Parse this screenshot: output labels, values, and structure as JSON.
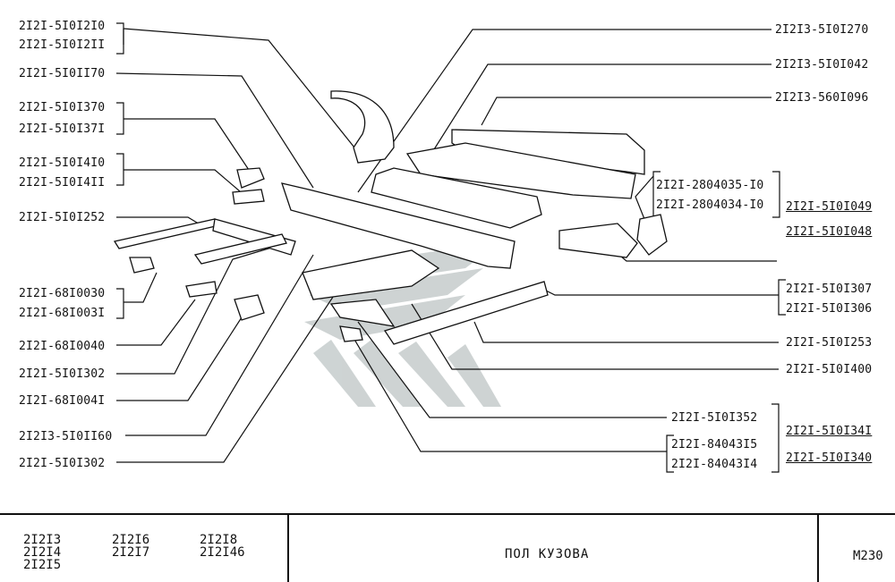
{
  "labels_left": [
    {
      "id": "l1a",
      "text": "2I2I-5I0I2I0"
    },
    {
      "id": "l1b",
      "text": "2I2I-5I0I2II"
    },
    {
      "id": "l2",
      "text": "2I2I-5I0II70"
    },
    {
      "id": "l3a",
      "text": "2I2I-5I0I370"
    },
    {
      "id": "l3b",
      "text": "2I2I-5I0I37I"
    },
    {
      "id": "l4a",
      "text": "2I2I-5I0I4I0"
    },
    {
      "id": "l4b",
      "text": "2I2I-5I0I4II"
    },
    {
      "id": "l5",
      "text": "2I2I-5I0I252"
    },
    {
      "id": "l6a",
      "text": "2I2I-68I0030"
    },
    {
      "id": "l6b",
      "text": "2I2I-68I003I"
    },
    {
      "id": "l7",
      "text": "2I2I-68I0040"
    },
    {
      "id": "l8",
      "text": "2I2I-5I0I302"
    },
    {
      "id": "l9",
      "text": "2I2I-68I004I"
    },
    {
      "id": "l10",
      "text": "2I2I3-5I0II60"
    },
    {
      "id": "l11",
      "text": "2I2I-5I0I302"
    }
  ],
  "labels_right": [
    {
      "id": "r1",
      "text": "2I2I3-5I0I270"
    },
    {
      "id": "r2",
      "text": "2I2I3-5I0I042"
    },
    {
      "id": "r3",
      "text": "2I2I3-560I096"
    },
    {
      "id": "r4a",
      "text": "2I2I-2804035-I0"
    },
    {
      "id": "r4b",
      "text": "2I2I-2804034-I0"
    },
    {
      "id": "r4c",
      "text": "2I2I-5I0I049"
    },
    {
      "id": "r4d",
      "text": "2I2I-5I0I048"
    },
    {
      "id": "r5a",
      "text": "2I2I-5I0I307"
    },
    {
      "id": "r5b",
      "text": "2I2I-5I0I306"
    },
    {
      "id": "r6",
      "text": "2I2I-5I0I253"
    },
    {
      "id": "r7",
      "text": "2I2I-5I0I400"
    },
    {
      "id": "r8",
      "text": "2I2I-5I0I352"
    },
    {
      "id": "r9a",
      "text": "2I2I-84043I5"
    },
    {
      "id": "r9b",
      "text": "2I2I-84043I4"
    },
    {
      "id": "r9c",
      "text": "2I2I-5I0I34I"
    },
    {
      "id": "r9d",
      "text": "2I2I-5I0I340"
    }
  ],
  "footer": {
    "models": {
      "c1": [
        "2I2I3",
        "2I2I4",
        "2I2I5"
      ],
      "c2": [
        "2I2I6",
        "2I2I7"
      ],
      "c3": [
        "2I2I8",
        "2I2I46"
      ]
    },
    "title": "ПОЛ  КУЗОВА",
    "code": "M230"
  },
  "colors": {
    "ink": "#111111",
    "watermark": "#c9cfcf"
  }
}
